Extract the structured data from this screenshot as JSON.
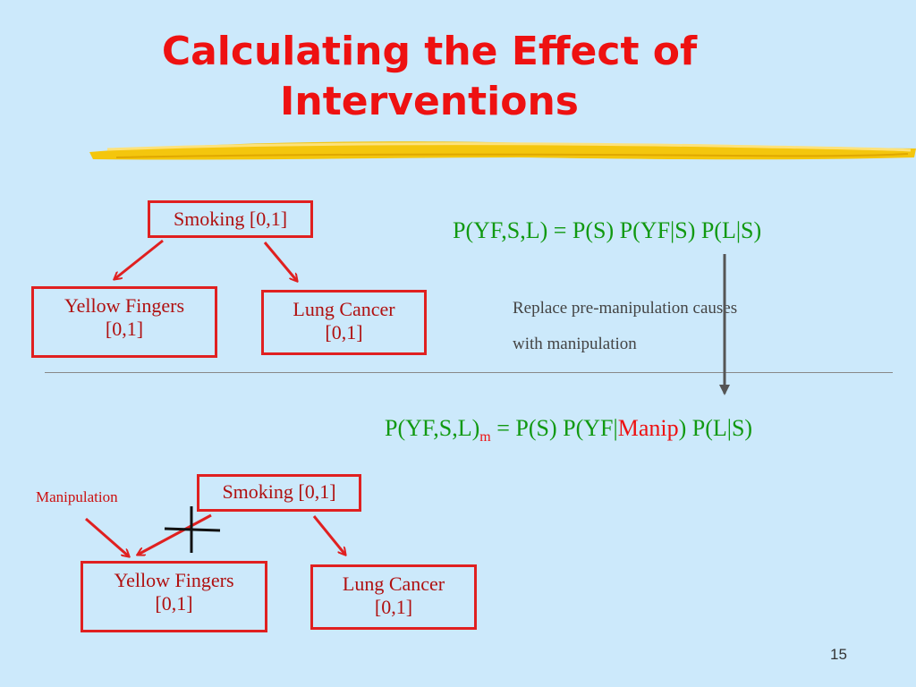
{
  "slide": {
    "title_line1": "Calculating the Effect of",
    "title_line2": "Interventions",
    "page_number": "15"
  },
  "top_graph": {
    "smoking": "Smoking [0,1]",
    "yf_line1": "Yellow Fingers",
    "yf_line2": "[0,1]",
    "lc_line1": "Lung Cancer",
    "lc_line2": "[0,1]"
  },
  "equation_top": {
    "text": "P(YF,S,L) = P(S) P(YF|S) P(L|S)"
  },
  "note": {
    "line1": "Replace pre-manipulation causes",
    "line2": "with manipulation"
  },
  "equation_bottom": {
    "lhs": "P(YF,S,L)",
    "subscript": "m",
    "middle": " = P(S) P(YF|",
    "manip": "Manip",
    "rhs": ") P(L|S)"
  },
  "bottom_graph": {
    "manipulation_label": "Manipulation",
    "smoking": "Smoking [0,1]",
    "yf_line1": "Yellow Fingers",
    "yf_line2": "[0,1]",
    "lc_line1": "Lung Cancer",
    "lc_line2": "[0,1]"
  },
  "colors": {
    "background": "#cce9fb",
    "title": "#ee1111",
    "box_border": "#e02020",
    "equation": "#119911",
    "highlight": "#ee1111",
    "brush": "#f5c400"
  }
}
